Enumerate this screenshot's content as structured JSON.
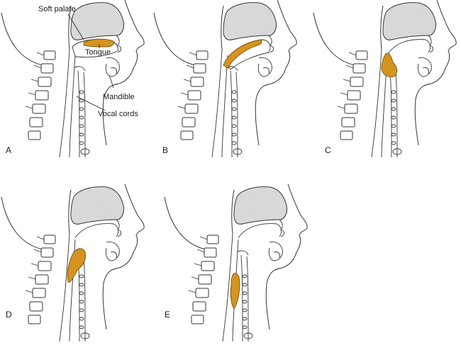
{
  "panels": [
    {
      "id": "A",
      "label": "A",
      "bolus": "oral"
    },
    {
      "id": "B",
      "label": "B",
      "bolus": "oral-posterior"
    },
    {
      "id": "C",
      "label": "C",
      "bolus": "oropharynx"
    },
    {
      "id": "D",
      "label": "D",
      "bolus": "hypopharynx"
    },
    {
      "id": "E",
      "label": "E",
      "bolus": "esophagus"
    }
  ],
  "annotations": {
    "soft_palate": "Soft palate",
    "tongue": "Tongue",
    "mandible": "Mandible",
    "vocal_cords": "Vocal cords"
  },
  "colors": {
    "bolus": "#d4941f",
    "outline": "#333333",
    "palate_fill": "#d9d9d9"
  }
}
